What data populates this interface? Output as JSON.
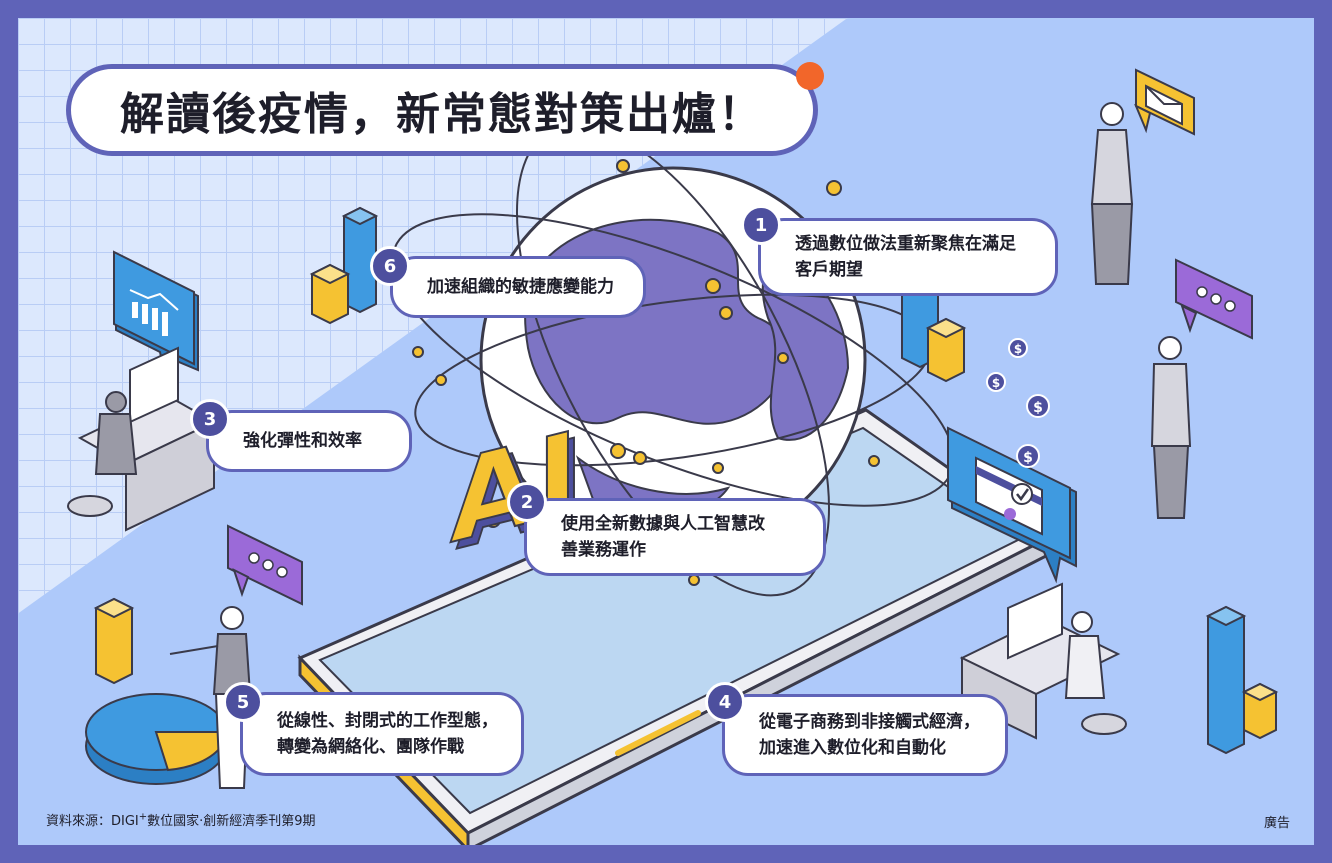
{
  "title": "解讀後疫情，新常態對策出爐！",
  "callouts": [
    {
      "number": "1",
      "lines": [
        "透過數位做法重新聚焦在滿足",
        "客戶期望"
      ]
    },
    {
      "number": "2",
      "lines": [
        "使用全新數據與人工智慧改",
        "善業務運作"
      ]
    },
    {
      "number": "3",
      "lines": [
        "強化彈性和效率"
      ]
    },
    {
      "number": "4",
      "lines": [
        "從電子商務到非接觸式經濟，",
        "加速進入數位化和自動化"
      ]
    },
    {
      "number": "5",
      "lines": [
        "從線性、封閉式的工作型態，",
        "轉變為網絡化、團隊作戰"
      ]
    },
    {
      "number": "6",
      "lines": [
        "加速組織的敏捷應變能力"
      ]
    }
  ],
  "ai_label": "AI",
  "source": {
    "prefix": "資料來源：DIGI",
    "superscript": "+",
    "suffix": "數位國家‧創新經濟季刊第9期"
  },
  "ad_label": "廣告",
  "icons": [
    "envelope-icon",
    "chat-ellipsis-icon",
    "chart-monitor-icon",
    "dollar-coin-icon",
    "payment-card-icon",
    "check-icon"
  ],
  "colors": {
    "frame": "#5f63b8",
    "background": "#aec9fa",
    "grid": "#dce8fd",
    "badge": "#4d4f9e",
    "title_dot": "#f2662a",
    "accent_yellow": "#f5c232",
    "accent_blue": "#3f9ae0",
    "accent_purple": "#9b6ad8",
    "globe": "#7d74c4"
  }
}
